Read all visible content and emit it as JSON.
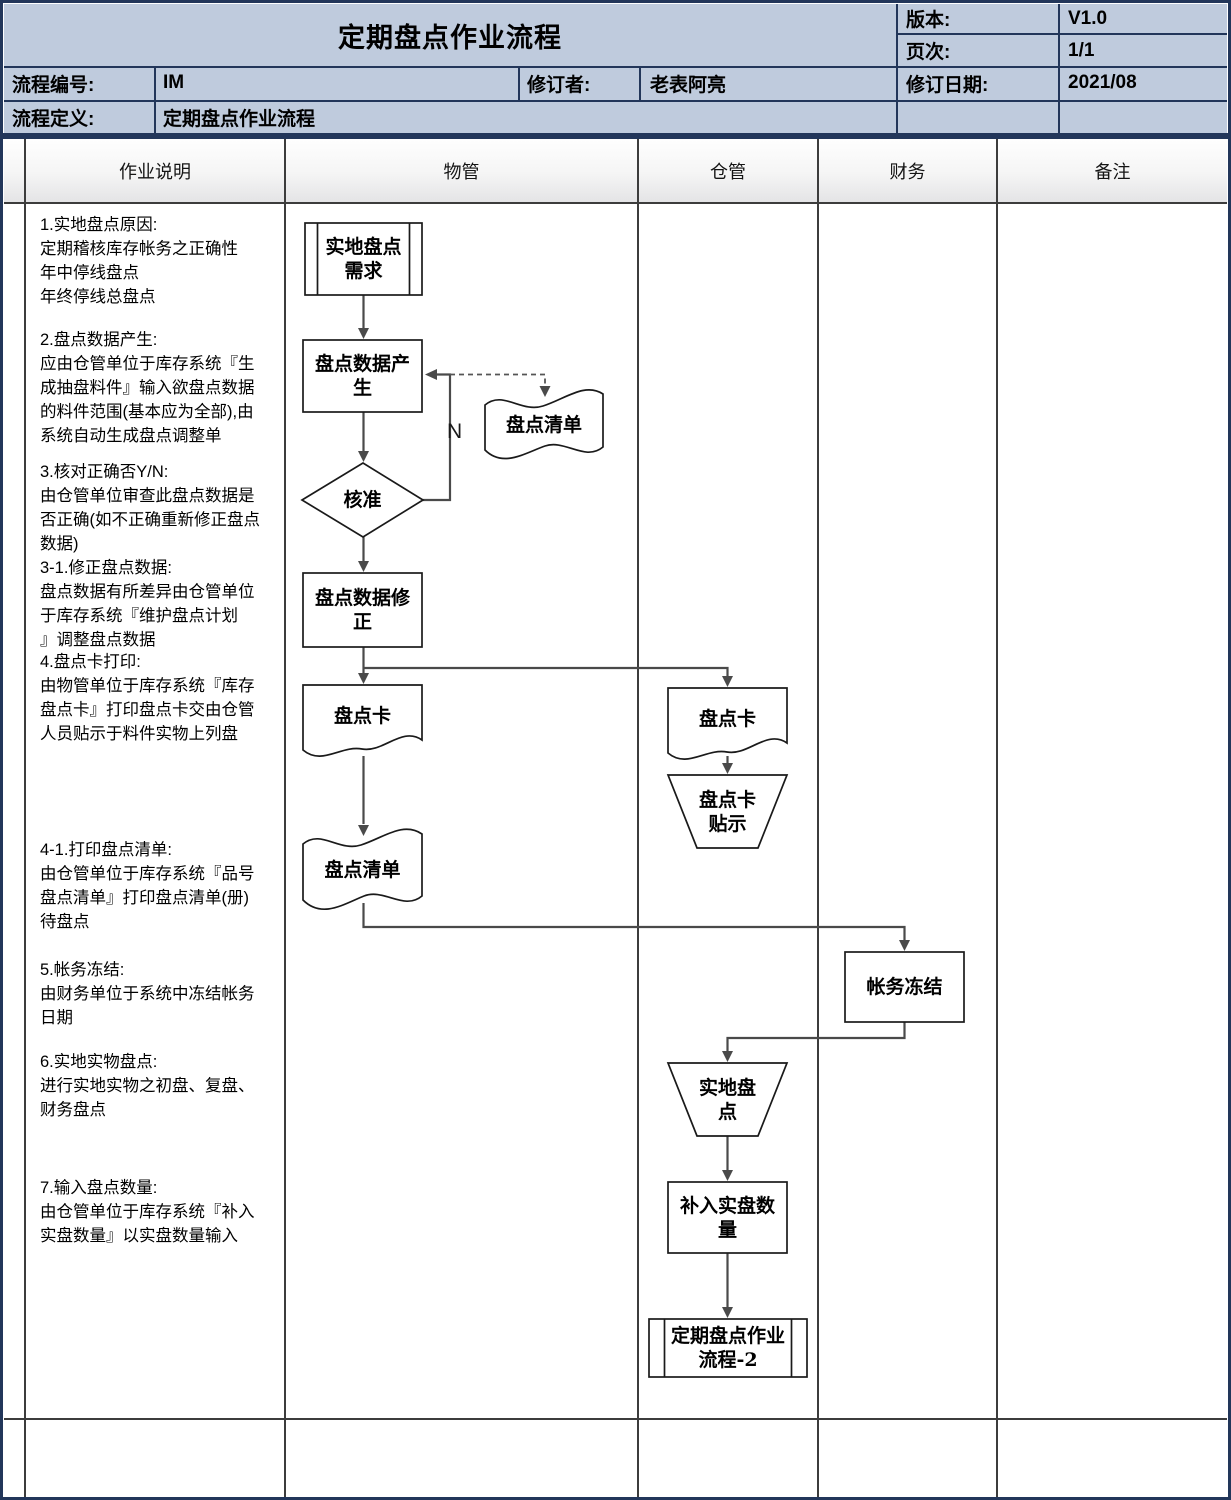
{
  "header": {
    "title": "定期盘点作业流程",
    "version_label": "版本:",
    "version_value": "V1.0",
    "page_label": "页次:",
    "page_value": "1/1",
    "process_no_label": "流程编号:",
    "process_no_value": "IM",
    "reviser_label": "修订者:",
    "reviser_value": "老表阿亮",
    "revision_date_label": "修订日期:",
    "revision_date_value": "2021/08",
    "process_def_label": "流程定义:",
    "process_def_value": "定期盘点作业流程"
  },
  "lanes": [
    {
      "label": "作业说明"
    },
    {
      "label": "物管"
    },
    {
      "label": "仓管"
    },
    {
      "label": "财务"
    },
    {
      "label": "备注"
    }
  ],
  "steps": [
    {
      "text": "1.实地盘点原因:\n定期稽核库存帐务之正确性\n年中停线盘点\n年终停线总盘点"
    },
    {
      "text": "2.盘点数据产生:\n应由仓管单位于库存系统『生\n成抽盘料件』输入欲盘点数据\n的料件范围(基本应为全部),由\n系统自动生成盘点调整单"
    },
    {
      "text": "3.核对正确否Y/N:\n由仓管单位审查此盘点数据是\n否正确(如不正确重新修正盘点\n数据)"
    },
    {
      "text": "3-1.修正盘点数据:\n盘点数据有所差异由仓管单位\n于库存系统『维护盘点计划\n』调整盘点数据"
    },
    {
      "text": "4.盘点卡打印:\n由物管单位于库存系统『库存\n盘点卡』打印盘点卡交由仓管\n人员贴示于料件实物上列盘"
    },
    {
      "text": "4-1.打印盘点清单:\n由仓管单位于库存系统『品号\n盘点清单』打印盘点清单(册)\n待盘点"
    },
    {
      "text": "5.帐务冻结:\n由财务单位于系统中冻结帐务\n日期"
    },
    {
      "text": "6.实地实物盘点:\n进行实地实物之初盘、复盘、\n财务盘点"
    },
    {
      "text": "7.输入盘点数量:\n由仓管单位于库存系统『补入\n实盘数量』以实盘数量输入"
    }
  ],
  "flowchart": {
    "nodes": [
      {
        "id": "field-count-need",
        "type": "predefined-process",
        "lane": "物管",
        "label": "实地盘点\n需求"
      },
      {
        "id": "count-data-generate",
        "type": "process",
        "lane": "物管",
        "label": "盘点数据产\n生"
      },
      {
        "id": "count-list-ref",
        "type": "document",
        "lane": "物管",
        "label": "盘点清单"
      },
      {
        "id": "approve",
        "type": "decision",
        "lane": "物管",
        "label": "核准"
      },
      {
        "id": "count-data-revise",
        "type": "process",
        "lane": "物管",
        "label": "盘点数据修\n正"
      },
      {
        "id": "count-card-wg",
        "type": "document",
        "lane": "物管",
        "label": "盘点卡"
      },
      {
        "id": "count-list-wg",
        "type": "document",
        "lane": "物管",
        "label": "盘点清单"
      },
      {
        "id": "count-card-ck",
        "type": "document",
        "lane": "仓管",
        "label": "盘点卡"
      },
      {
        "id": "count-card-post",
        "type": "manual-operation",
        "lane": "仓管",
        "label": "盘点卡\n贴示"
      },
      {
        "id": "account-freeze",
        "type": "process",
        "lane": "财务",
        "label": "帐务冻结"
      },
      {
        "id": "field-count",
        "type": "manual-operation",
        "lane": "仓管",
        "label": "实地盘\n点"
      },
      {
        "id": "input-actual-qty",
        "type": "process",
        "lane": "仓管",
        "label": "补入实盘数\n量"
      },
      {
        "id": "next-process",
        "type": "predefined-process",
        "lane": "仓管",
        "label": "定期盘点作业\n流程-2"
      }
    ],
    "edges": [
      {
        "from": "field-count-need",
        "to": "count-data-generate",
        "style": "solid"
      },
      {
        "from": "count-data-generate",
        "to": "approve",
        "style": "solid"
      },
      {
        "from": "approve",
        "to": "count-data-generate",
        "style": "solid",
        "label": "N"
      },
      {
        "from": "count-data-generate",
        "to": "count-list-ref",
        "style": "dashed"
      },
      {
        "from": "approve",
        "to": "count-data-revise",
        "style": "solid"
      },
      {
        "from": "count-data-revise",
        "to": "count-card-wg",
        "style": "solid"
      },
      {
        "from": "count-data-revise",
        "to": "count-card-ck",
        "style": "solid"
      },
      {
        "from": "count-card-wg",
        "to": "count-list-wg",
        "style": "solid"
      },
      {
        "from": "count-card-ck",
        "to": "count-card-post",
        "style": "solid"
      },
      {
        "from": "count-list-wg",
        "to": "account-freeze",
        "style": "solid"
      },
      {
        "from": "account-freeze",
        "to": "field-count",
        "style": "solid"
      },
      {
        "from": "field-count",
        "to": "input-actual-qty",
        "style": "solid"
      },
      {
        "from": "input-actual-qty",
        "to": "next-process",
        "style": "solid"
      }
    ],
    "edge_labels": {
      "no": "N"
    }
  },
  "colors": {
    "header_bg": "#bfcbdd",
    "frame": "#22365a",
    "grid_line": "#3c3c3c",
    "connector": "#4a4a4a",
    "shape_border": "#1a1a1a"
  }
}
